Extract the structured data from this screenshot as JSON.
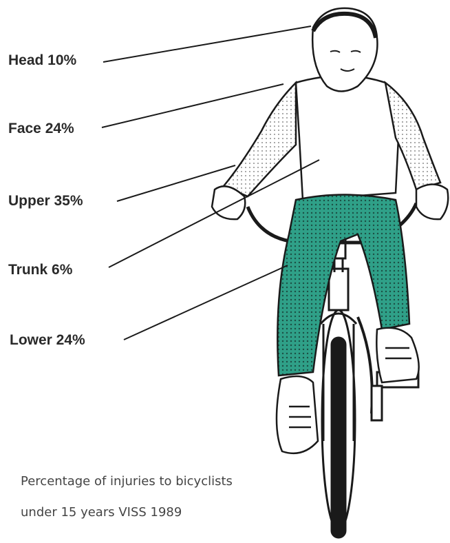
{
  "labels": {
    "head": "Head 10%",
    "face": "Face 24%",
    "upper": "Upper 35%",
    "trunk": "Trunk 6%",
    "lower": "Lower 24%"
  },
  "caption": {
    "line1": "Percentage of injuries to bicyclists",
    "line2": "under 15 years VISS 1989"
  },
  "colors": {
    "lower_body_highlight": "#2fa088",
    "upper_body_stipple": "#9a9a9a",
    "line": "#1a1a1a"
  },
  "illustration": {
    "subject": "child-on-bicycle"
  }
}
